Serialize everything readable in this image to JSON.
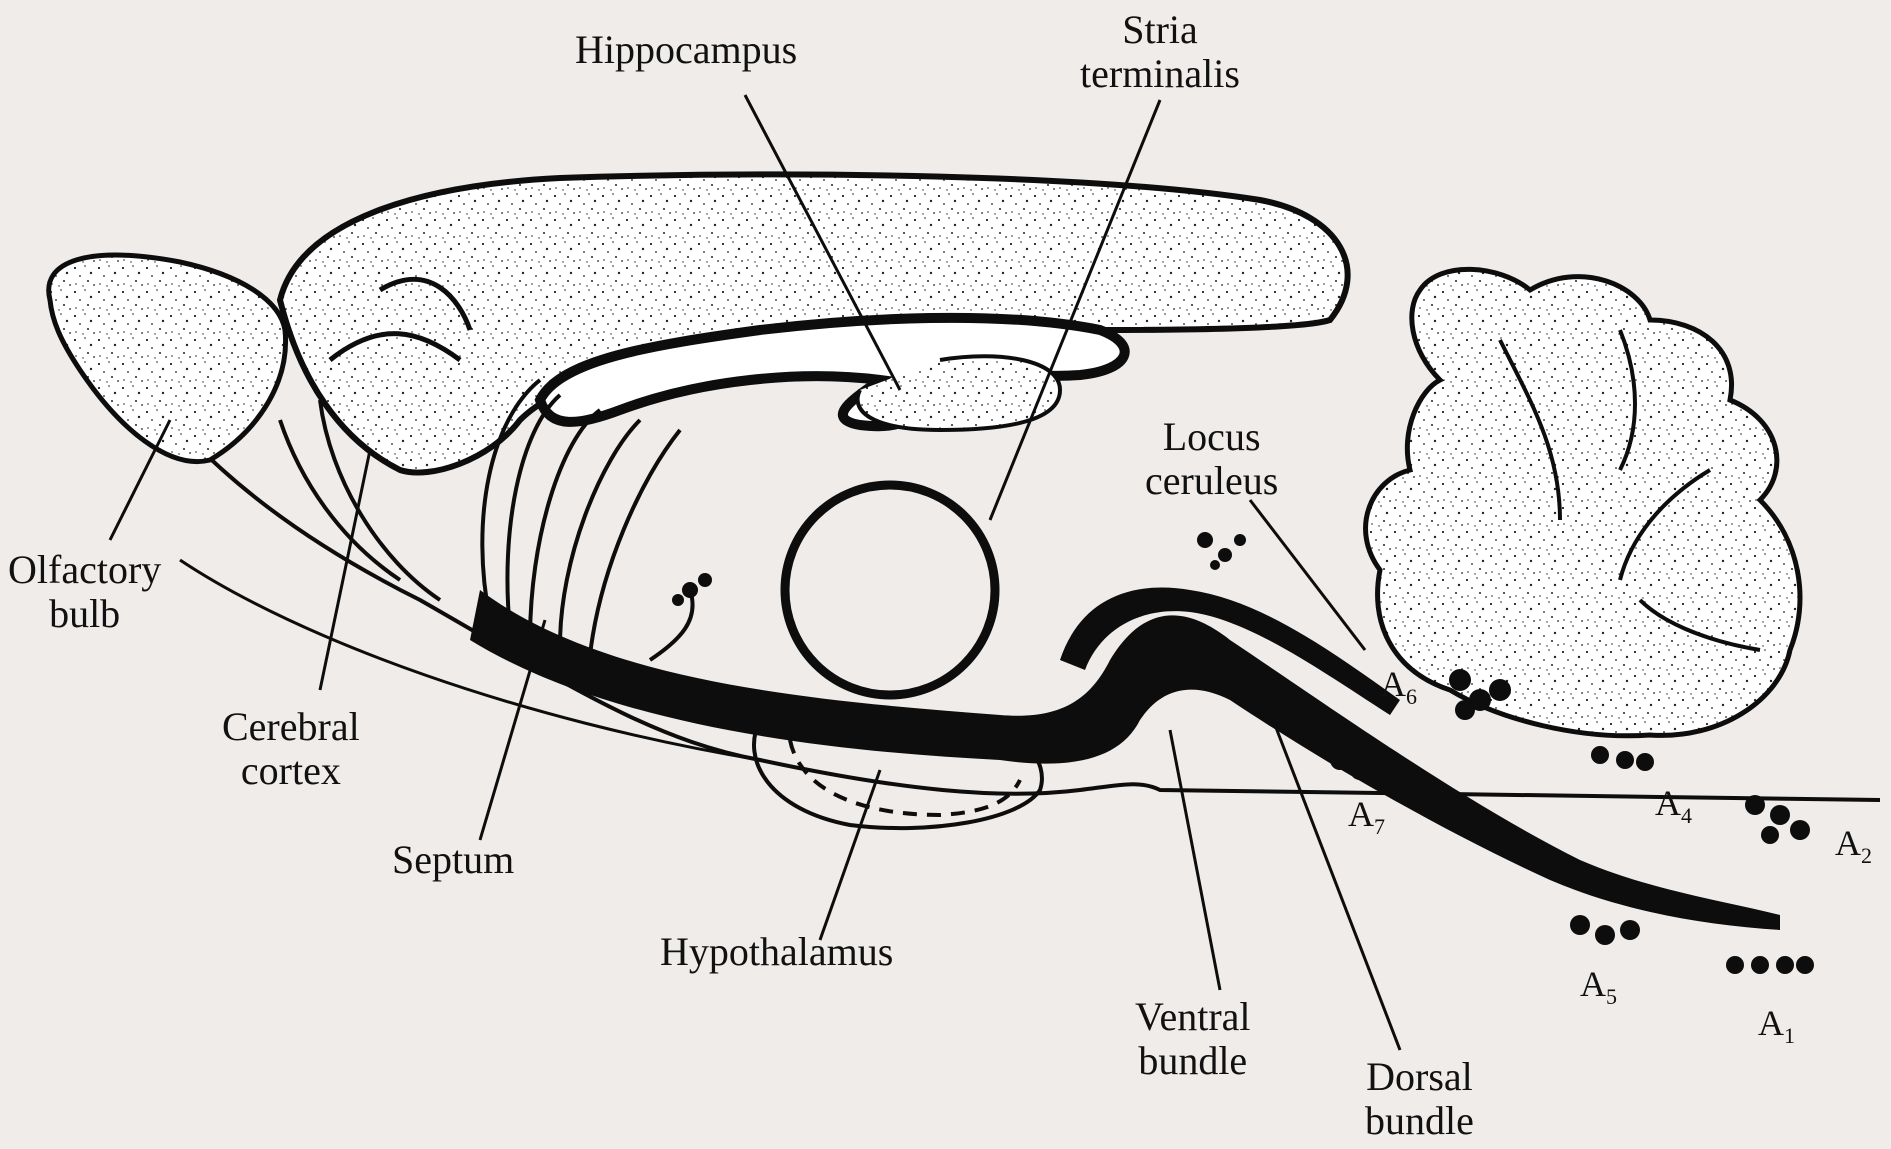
{
  "labels": {
    "hippocampus": "Hippocampus",
    "stria_terminalis": "Stria\nterminalis",
    "locus_ceruleus": "Locus\nceruleus",
    "olfactory_bulb": "Olfactory\nbulb",
    "cerebral_cortex": "Cerebral\ncortex",
    "septum": "Septum",
    "hypothalamus": "Hypothalamus",
    "ventral_bundle": "Ventral\nbundle",
    "dorsal_bundle": "Dorsal\nbundle"
  },
  "cell_groups": {
    "a1": {
      "letter": "A",
      "num": "1"
    },
    "a2": {
      "letter": "A",
      "num": "2"
    },
    "a4": {
      "letter": "A",
      "num": "4"
    },
    "a5": {
      "letter": "A",
      "num": "5"
    },
    "a6": {
      "letter": "A",
      "num": "6"
    },
    "a7": {
      "letter": "A",
      "num": "7"
    }
  },
  "colors": {
    "background": "#efecea",
    "ink": "#0d0d0d",
    "tissue": "#ffffff"
  }
}
